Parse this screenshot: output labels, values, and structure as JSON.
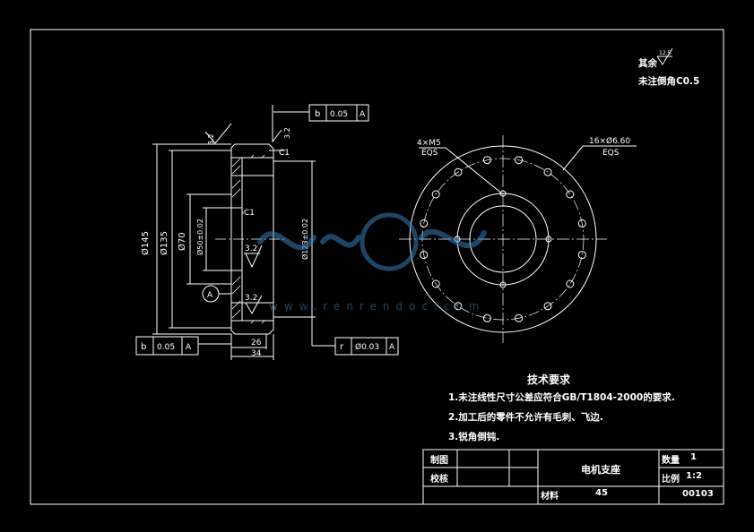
{
  "notes": {
    "roughness_other_label": "其余",
    "roughness_other_value": "12.5",
    "chamfer_note": "未注倒角C0.5",
    "tech_title": "技术要求",
    "tech_items": [
      "1.未注线性尺寸公差应符合GB/T1804-2000的要求.",
      "2.加工后的零件不允许有毛刺、飞边.",
      "3.锐角倒钝."
    ]
  },
  "section_view": {
    "dim_d145": "Ø145",
    "dim_d135": "Ø135",
    "dim_d70": "Ø70",
    "dim_d50": "Ø50±0.02",
    "dim_d123": "Ø123±0.02",
    "dim_26": "26",
    "dim_34": "34",
    "chamfer_c1_top": "C1",
    "chamfer_c1_mid": "C1",
    "roughness_top_left": "3.2",
    "roughness_top_right": "3.2",
    "roughness_mid": "3.2",
    "roughness_bottom": "3.2",
    "datum_label": "A",
    "fcf_top": {
      "symbol": "b",
      "value": "0.05",
      "datum": "A"
    },
    "fcf_left": {
      "symbol": "b",
      "value": "0.05",
      "datum": "A"
    },
    "fcf_right": {
      "symbol": "r",
      "value": "Ø0.03",
      "datum": "A"
    }
  },
  "front_view": {
    "hole_label_small": "4×M5",
    "hole_label_small_sub": "EQS",
    "hole_label_large": "16×Ø6.60",
    "hole_label_large_sub": "EQS"
  },
  "watermark": {
    "site": "www.renrendoc.com"
  },
  "title_block": {
    "draw_label": "制图",
    "check_label": "校核",
    "part_name": "电机支座",
    "qty_label": "数量",
    "qty_value": "1",
    "scale_label": "比例",
    "scale_value": "1:2",
    "material_label": "材料",
    "material_value": "45",
    "drawing_no": "00103"
  }
}
